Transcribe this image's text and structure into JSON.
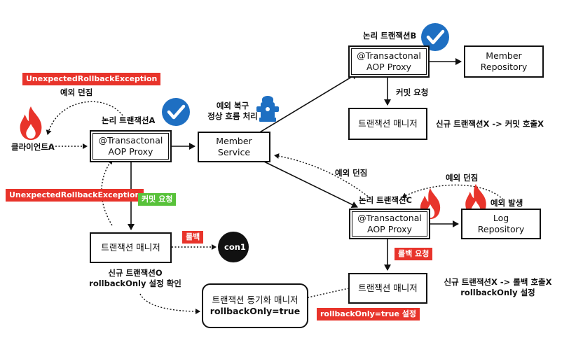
{
  "colors": {
    "red": "#e8342b",
    "green": "#58c23a",
    "blue": "#1e6fc2",
    "ink": "#111111",
    "flame_inner": "#ffffff"
  },
  "icons": [
    "fire-icon",
    "check-badge-icon",
    "fire-hydrant-icon"
  ],
  "top_error": {
    "exception": "UnexpectedRollbackException",
    "throw": "예외 던짐"
  },
  "client": {
    "label": "클라이언트A"
  },
  "logical_a": {
    "label": "논리 트랜잭션A",
    "proxy_line1": "@Transactonal",
    "proxy_line2": "AOP Proxy"
  },
  "member_service": {
    "line1": "Member",
    "line2": "Service",
    "recover1": "예외 복구",
    "recover2": "정상 흐름 처리"
  },
  "logical_b": {
    "label": "논리 트랜잭션B",
    "proxy_line1": "@Transactonal",
    "proxy_line2": "AOP Proxy",
    "commit_request": "커밋 요청",
    "tx_manager": "트랜잭션 매니저",
    "note": "신규 트랜잭션X -> 커밋 호출X"
  },
  "member_repository": {
    "line1": "Member",
    "line2": "Repository"
  },
  "left_exception": "UnexpectedRollbackException",
  "commit_tag": "커밋 요청",
  "tx_manager_o": {
    "label": "트랜잭션 매니저",
    "rollback_tag": "롤백",
    "con": "con1",
    "note1": "신규 트랜잭션O",
    "note2": "rollbackOnly 설정 확인"
  },
  "logical_c": {
    "label": "논리 트랜잭션C",
    "proxy_line1": "@Transactonal",
    "proxy_line2": "AOP Proxy",
    "throw_to_service": "예외 던짐",
    "rollback_request": "롤백 요청",
    "tx_manager": "트랜잭션 매니저",
    "note1": "신규 트랜잭션X -> 롤백 호출X",
    "note2": "rollbackOnly 설정",
    "rollback_only_tag": "rollbackOnly=true 설정"
  },
  "log_repository": {
    "line1": "Log",
    "line2": "Repository",
    "occur": "예외 발생",
    "throw": "예외 던짐"
  },
  "sync_manager": {
    "line1": "트랜잭션 동기화 매니저",
    "line2": "rollbackOnly=true"
  }
}
